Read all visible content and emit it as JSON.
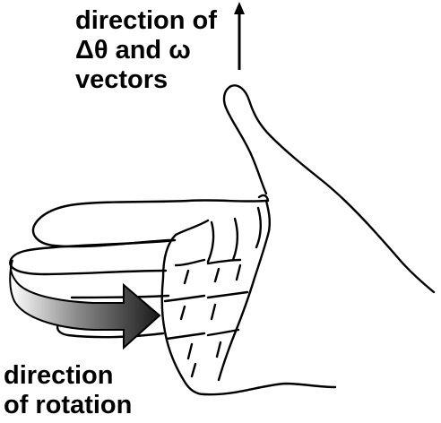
{
  "labels": {
    "vector_direction": {
      "line1": "direction of",
      "line2": "Δθ and ω",
      "line3": "vectors"
    },
    "rotation_direction": {
      "line1": "direction",
      "line2": "of rotation"
    }
  },
  "colors": {
    "ink": "#000000",
    "background": "#ffffff",
    "rotation_arrow_light": "#ffffff",
    "rotation_arrow_dark": "#1a1a1a"
  },
  "icons": {
    "vector_arrow": "up-arrow",
    "rotation_arrow": "curved-arrow-right"
  }
}
